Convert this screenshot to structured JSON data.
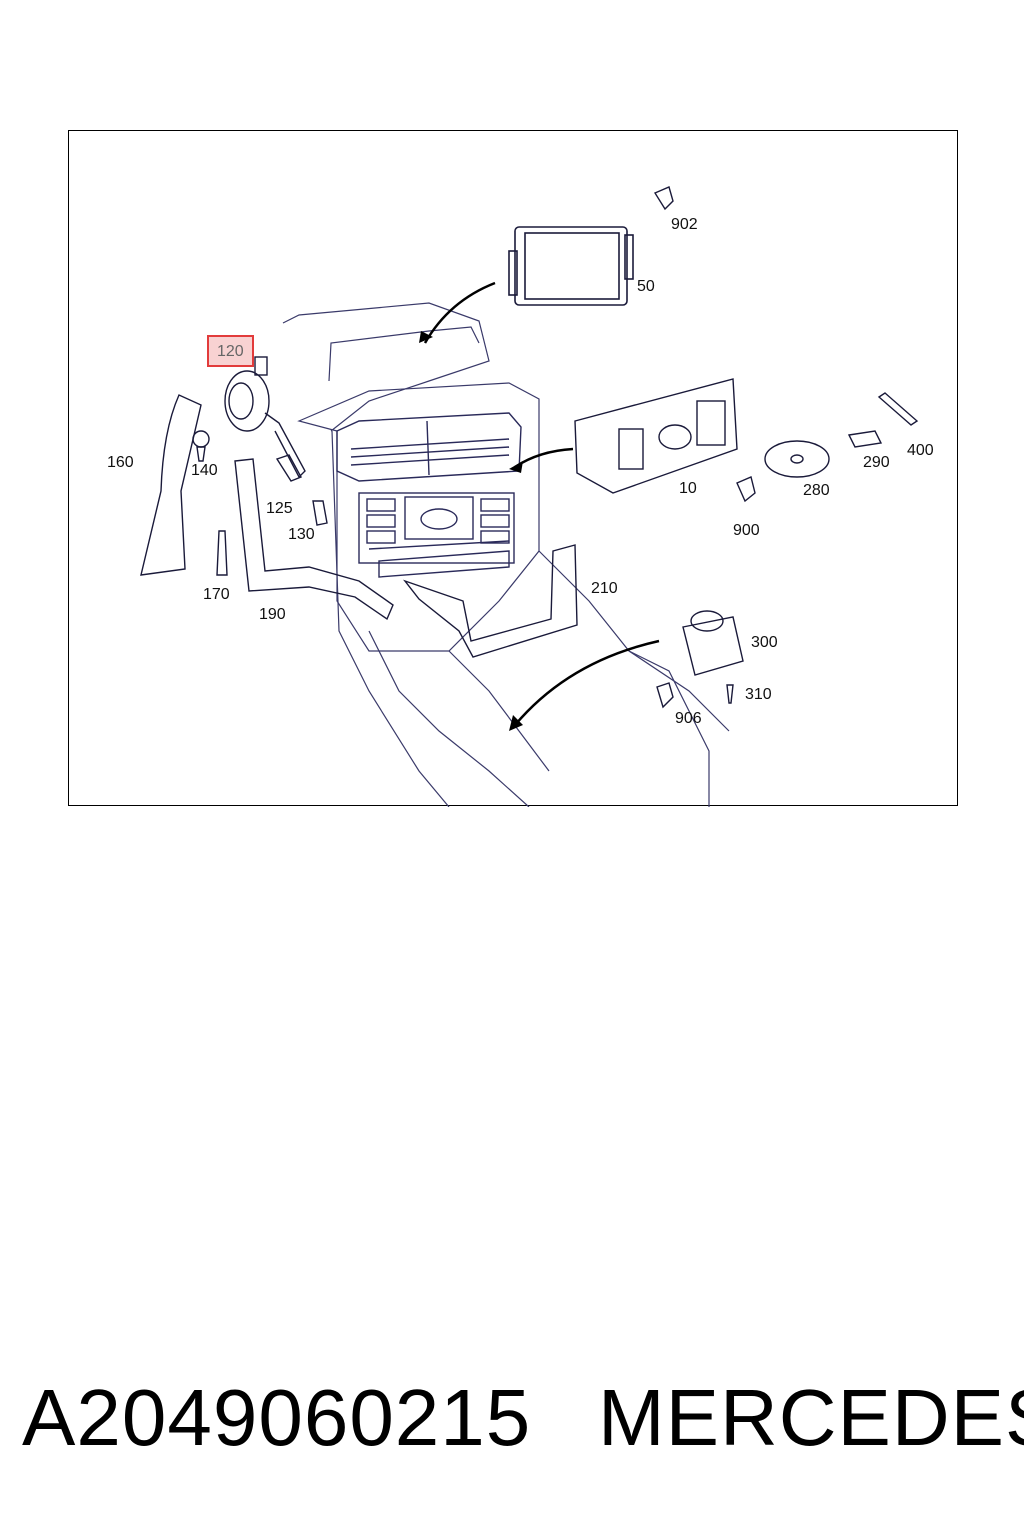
{
  "callouts": {
    "c902": "902",
    "c50": "50",
    "c120": "120",
    "c160": "160",
    "c140": "140",
    "c125": "125",
    "c130": "130",
    "c170": "170",
    "c190": "190",
    "c10": "10",
    "c900": "900",
    "c280": "280",
    "c290": "290",
    "c400": "400",
    "c210": "210",
    "c300": "300",
    "c310": "310",
    "c906": "906"
  },
  "highlighted_part": "120",
  "highlight_color": "#e23b3b",
  "footer": {
    "part_number": "A2049060215",
    "brand": "MERCEDES"
  }
}
